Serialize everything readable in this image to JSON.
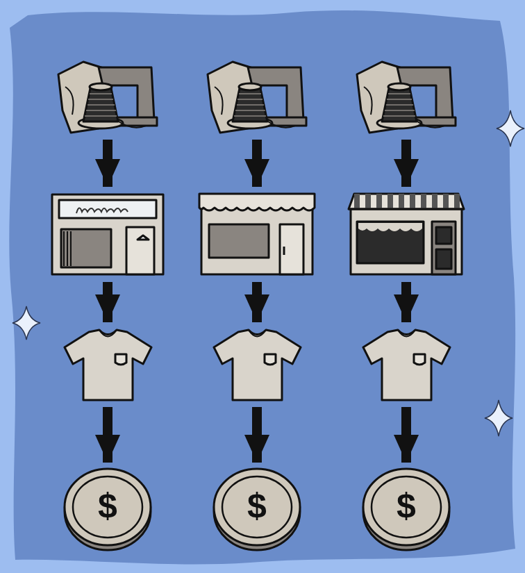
{
  "diagram": {
    "nodes": [
      {
        "text": []
      },
      {
        "text": []
      },
      {
        "text": []
      },
      {
        "text": []
      },
      {
        "text": []
      },
      {
        "text": []
      },
      {
        "text": []
      },
      {
        "text": []
      },
      {
        "text": []
      },
      {
        "text": [
          "$"
        ]
      },
      {
        "text": [
          "$"
        ]
      },
      {
        "text": [
          "$"
        ]
      }
    ],
    "edges": [
      {
        "from": 0,
        "to": 3,
        "arrow": "to"
      },
      {
        "from": 1,
        "to": 4,
        "arrow": "to"
      },
      {
        "from": 2,
        "to": 5,
        "arrow": "to"
      },
      {
        "from": 3,
        "to": 6,
        "arrow": "to"
      },
      {
        "from": 4,
        "to": 7,
        "arrow": "to"
      },
      {
        "from": 5,
        "to": 8,
        "arrow": "to"
      },
      {
        "from": 6,
        "to": 9,
        "arrow": "to"
      },
      {
        "from": 7,
        "to": 10,
        "arrow": "to"
      },
      {
        "from": 8,
        "to": 11,
        "arrow": "to"
      }
    ]
  }
}
